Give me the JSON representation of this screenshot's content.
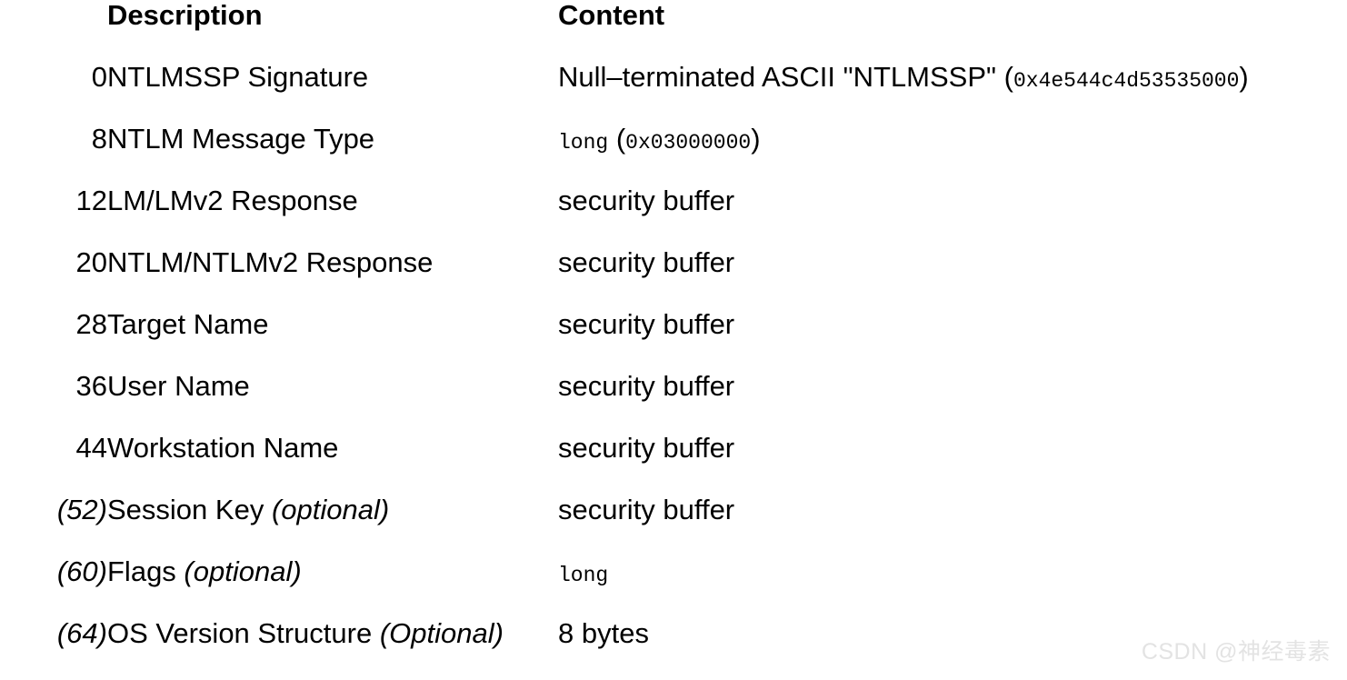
{
  "table": {
    "headers": {
      "offset": "",
      "description": "Description",
      "content": "Content"
    },
    "rows": [
      {
        "offset": "0",
        "optional": false,
        "description": "NTLMSSP Signature",
        "desc_optional_tag": "",
        "content_prefix": "Null–terminated ASCII \"NTLMSSP\" ",
        "content_mono": "",
        "content_paren_open": "(",
        "content_hex": "0x4e544c4d53535000",
        "content_paren_close": ")",
        "content_suffix": ""
      },
      {
        "offset": "8",
        "optional": false,
        "description": "NTLM Message Type",
        "desc_optional_tag": "",
        "content_prefix": "",
        "content_mono": "long",
        "content_paren_open": "(",
        "content_hex": "0x03000000",
        "content_paren_close": ")",
        "content_suffix": ""
      },
      {
        "offset": "12",
        "optional": false,
        "description": "LM/LMv2 Response",
        "desc_optional_tag": "",
        "content_prefix": "security buffer",
        "content_mono": "",
        "content_paren_open": "",
        "content_hex": "",
        "content_paren_close": "",
        "content_suffix": ""
      },
      {
        "offset": "20",
        "optional": false,
        "description": "NTLM/NTLMv2 Response",
        "desc_optional_tag": "",
        "content_prefix": "security buffer",
        "content_mono": "",
        "content_paren_open": "",
        "content_hex": "",
        "content_paren_close": "",
        "content_suffix": ""
      },
      {
        "offset": "28",
        "optional": false,
        "description": "Target Name",
        "desc_optional_tag": "",
        "content_prefix": "security buffer",
        "content_mono": "",
        "content_paren_open": "",
        "content_hex": "",
        "content_paren_close": "",
        "content_suffix": ""
      },
      {
        "offset": "36",
        "optional": false,
        "description": "User Name",
        "desc_optional_tag": "",
        "content_prefix": "security buffer",
        "content_mono": "",
        "content_paren_open": "",
        "content_hex": "",
        "content_paren_close": "",
        "content_suffix": ""
      },
      {
        "offset": "44",
        "optional": false,
        "description": "Workstation Name",
        "desc_optional_tag": "",
        "content_prefix": "security buffer",
        "content_mono": "",
        "content_paren_open": "",
        "content_hex": "",
        "content_paren_close": "",
        "content_suffix": ""
      },
      {
        "offset": "(52)",
        "optional": true,
        "description": "Session Key ",
        "desc_optional_tag": "(optional)",
        "content_prefix": "security buffer",
        "content_mono": "",
        "content_paren_open": "",
        "content_hex": "",
        "content_paren_close": "",
        "content_suffix": ""
      },
      {
        "offset": "(60)",
        "optional": true,
        "description": "Flags ",
        "desc_optional_tag": "(optional)",
        "content_prefix": "",
        "content_mono": "long",
        "content_paren_open": "",
        "content_hex": "",
        "content_paren_close": "",
        "content_suffix": ""
      },
      {
        "offset": "(64)",
        "optional": true,
        "description": "OS Version Structure ",
        "desc_optional_tag": "(Optional)",
        "content_prefix": "8 bytes",
        "content_mono": "",
        "content_paren_open": "",
        "content_hex": "",
        "content_paren_close": "",
        "content_suffix": ""
      }
    ]
  },
  "watermark": {
    "text": "CSDN @神经毒素",
    "color": "#e3e3e3"
  }
}
